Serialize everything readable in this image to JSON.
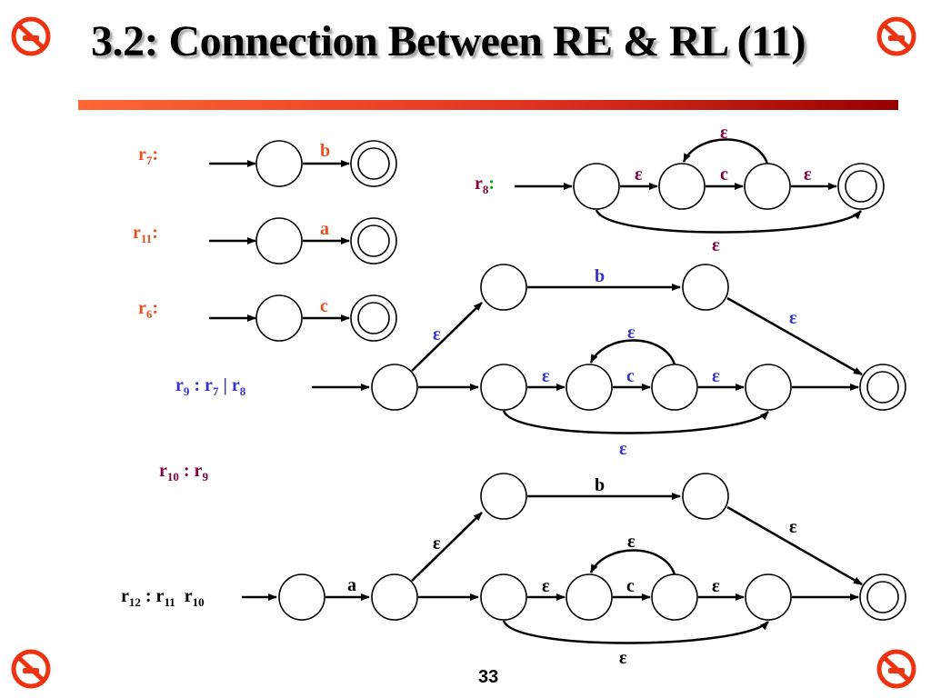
{
  "title": "3.2:  Connection Between RE & RL (11)",
  "page_number": "33",
  "colors": {
    "orange_label": "#e8501e",
    "purple_label": "#800040",
    "blue_label": "#3333cc",
    "black": "#000000",
    "green_colon": "#00aa00",
    "rule_start": "#ff6633",
    "rule_end": "#990000",
    "logo_red": "#ee3311"
  },
  "icons": {
    "corner_logo": "no-smoking-style-logo-icon"
  },
  "labels": {
    "r7": {
      "base": "r",
      "sub": "7",
      "tail": ":"
    },
    "r11": {
      "base": "r",
      "sub": "11",
      "tail": ":"
    },
    "r6": {
      "base": "r",
      "sub": "6",
      "tail": ":"
    },
    "r8": {
      "base": "r",
      "sub": "8",
      "tail": ":"
    },
    "r9": {
      "r1": "r",
      "s1": "9",
      "mid": " : r",
      "s2": "7",
      "mid2": " | r",
      "s3": "8"
    },
    "r10": {
      "r1": "r",
      "s1": "10",
      "mid": " : r",
      "s2": "9"
    },
    "r12": {
      "r1": "r",
      "s1": "12",
      "mid": " : r",
      "s2": "11",
      "mid2": "  r",
      "s3": "10"
    }
  },
  "symbols": {
    "epsilon": "ε",
    "a": "a",
    "b": "b",
    "c": "c"
  }
}
